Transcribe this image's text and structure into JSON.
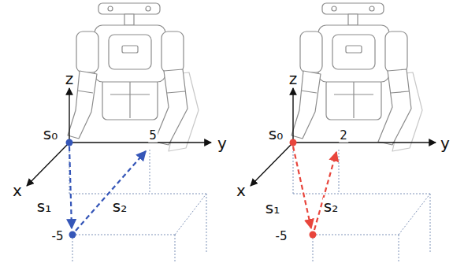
{
  "diagram": {
    "labels": [
      "z",
      "s₀",
      "y",
      "5",
      "x",
      "s₁",
      "s₂",
      "-5",
      "z",
      "s₀",
      "2",
      "y",
      "x",
      "s₁",
      "s₂",
      "-5"
    ]
  }
}
